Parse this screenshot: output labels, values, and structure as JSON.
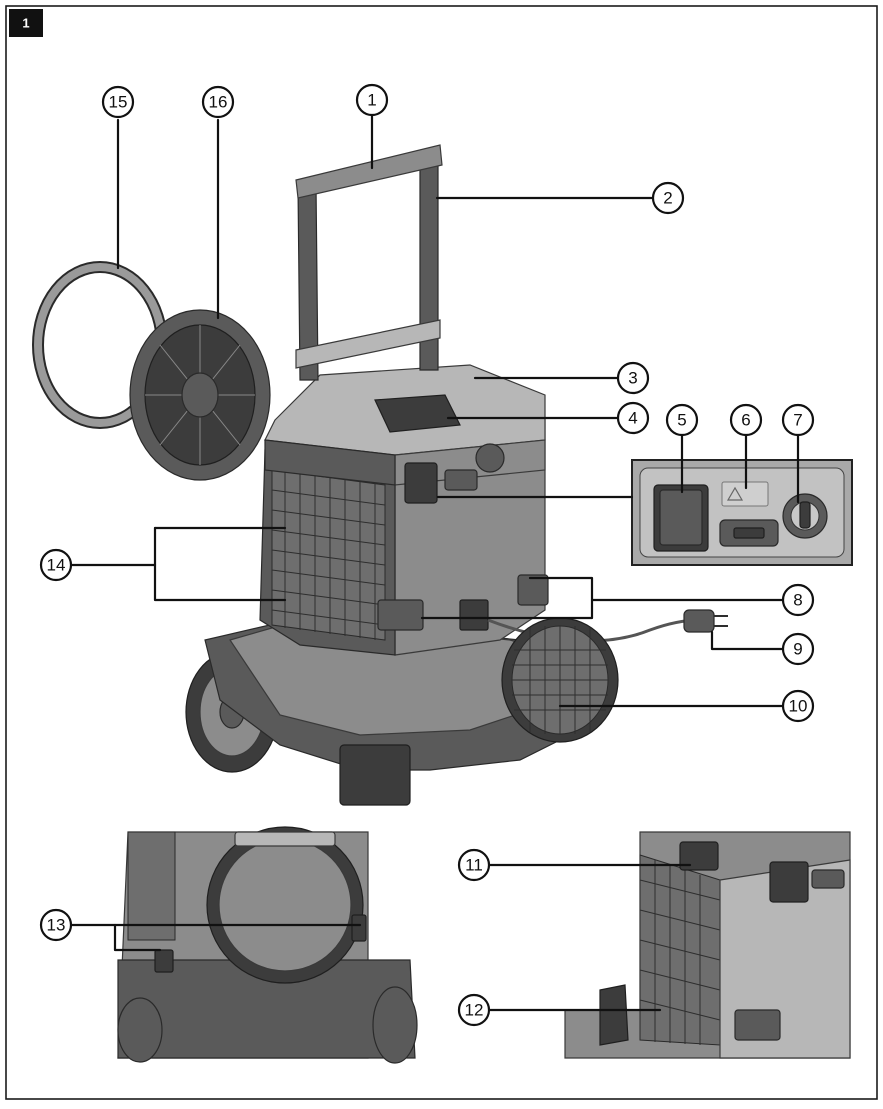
{
  "figure": {
    "number": "1"
  },
  "callouts": [
    {
      "id": "1",
      "label": "1"
    },
    {
      "id": "2",
      "label": "2"
    },
    {
      "id": "3",
      "label": "3"
    },
    {
      "id": "4",
      "label": "4"
    },
    {
      "id": "5",
      "label": "5"
    },
    {
      "id": "6",
      "label": "6"
    },
    {
      "id": "7",
      "label": "7"
    },
    {
      "id": "8",
      "label": "8"
    },
    {
      "id": "9",
      "label": "9"
    },
    {
      "id": "10",
      "label": "10"
    },
    {
      "id": "11",
      "label": "11"
    },
    {
      "id": "12",
      "label": "12"
    },
    {
      "id": "13",
      "label": "13"
    },
    {
      "id": "14",
      "label": "14"
    },
    {
      "id": "15",
      "label": "15"
    },
    {
      "id": "16",
      "label": "16"
    }
  ],
  "colors": {
    "ink": "#111111",
    "body_mid": "#8c8c8c",
    "body_light": "#b7b7b7",
    "body_dark": "#5a5a5a"
  }
}
